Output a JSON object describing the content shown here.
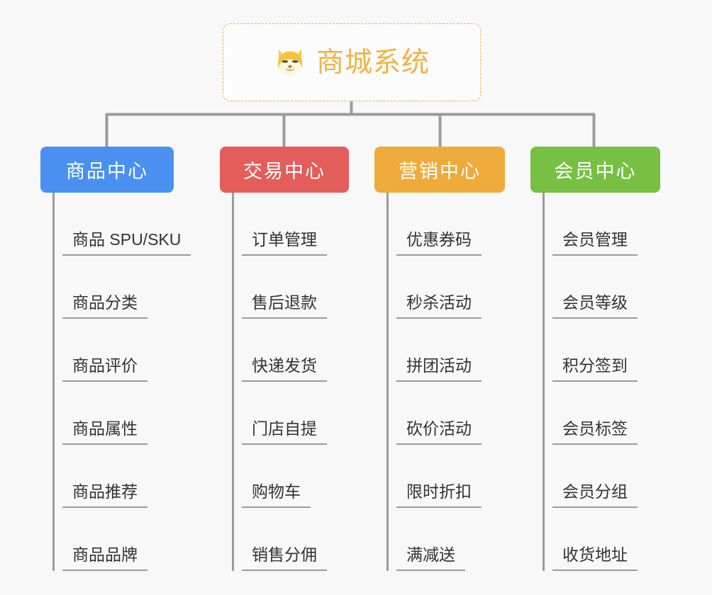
{
  "root": {
    "title": "商城系统",
    "icon": "shiba-dog-face-icon",
    "border_color": "#e8b14a",
    "text_color": "#f0b244"
  },
  "colors": {
    "background": "#f8f8f8",
    "connector": "#9b9b9b",
    "leaf_text": "#333333",
    "leaf_rule": "#9b9b9b"
  },
  "branches": [
    {
      "label": "商品中心",
      "color": "#4a90f0",
      "items": [
        "商品 SPU/SKU",
        "商品分类",
        "商品评价",
        "商品属性",
        "商品推荐",
        "商品品牌"
      ]
    },
    {
      "label": "交易中心",
      "color": "#e35d5b",
      "items": [
        "订单管理",
        "售后退款",
        "快递发货",
        "门店自提",
        "购物车",
        "销售分佣"
      ]
    },
    {
      "label": "营销中心",
      "color": "#eeab3c",
      "items": [
        "优惠券码",
        "秒杀活动",
        "拼团活动",
        "砍价活动",
        "限时折扣",
        "满减送"
      ]
    },
    {
      "label": "会员中心",
      "color": "#77c043",
      "items": [
        "会员管理",
        "会员等级",
        "积分签到",
        "会员标签",
        "会员分组",
        "收货地址"
      ]
    }
  ]
}
